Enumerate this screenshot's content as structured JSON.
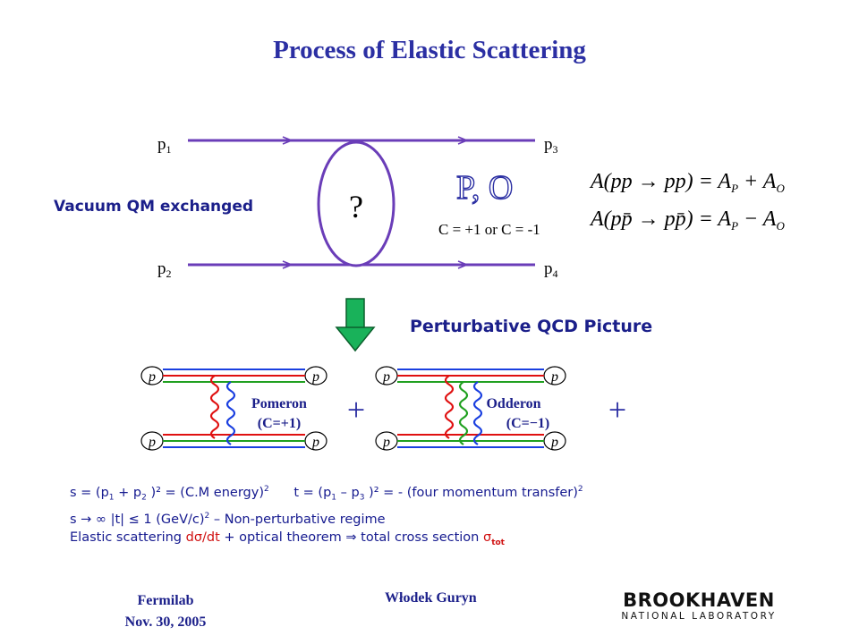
{
  "title": "Process of Elastic Scattering",
  "diagram": {
    "p1": "p",
    "p1_sub": "1",
    "p2": "p",
    "p2_sub": "2",
    "p3": "p",
    "p3_sub": "3",
    "p4": "p",
    "p4_sub": "4",
    "blob_label": "?",
    "exchange_symbols": "P, O",
    "c_parity": "C = +1 or C = -1",
    "vacuum_label": "Vacuum QM exchanged",
    "amp_line1": "A(pp → pp) = A_P + A_O",
    "amp_line2": "A(pp̄ → pp̄) = A_P − A_O"
  },
  "arrow": {
    "color": "#19b25a"
  },
  "pqcd_label": "Perturbative QCD Picture",
  "qcd": {
    "pomeron_name": "Pomeron",
    "pomeron_c": "(C=+1)",
    "odderon_name": "Odderon",
    "odderon_c": "(C=−1)",
    "plus1": "+",
    "plus2": "+",
    "proton_label": "p"
  },
  "formulas": {
    "line1_s": "s = (p",
    "line1_s_sub1": "1",
    "line1_s_mid": " + p",
    "line1_s_sub2": "2",
    "line1_s_tail": " )² =   (C.M energy)",
    "line1_s_sup": "2",
    "line1_t": "t  = (p",
    "line1_t_sub1": "1",
    "line1_t_mid": " – p",
    "line1_t_sub3": "3",
    "line1_t_tail": " )² = - (four momentum transfer)",
    "line1_t_sup": "2",
    "line2_a": "s  →  ∞  |t|  ≤ 1 (GeV/c)",
    "line2_sup": "2",
    "line2_b": " – Non-perturbative regime",
    "line3_a": "Elastic scattering  ",
    "line3_red": "dσ/dt",
    "line3_b": " + optical theorem  ⇒  total cross section ",
    "line3_sigma": "σ",
    "line3_sub": "tot"
  },
  "footer": {
    "left_line1": "Fermilab",
    "left_line2": "Nov. 30, 2005",
    "center": "Włodek Guryn",
    "logo_top": "BROOKHAVEN",
    "logo_bottom": "NATIONAL LABORATORY"
  },
  "colors": {
    "title": "#2b2fa3",
    "line_purple": "#6a3db8",
    "quark_red": "#e01010",
    "quark_green": "#20a020",
    "quark_blue": "#1a3fe0"
  }
}
